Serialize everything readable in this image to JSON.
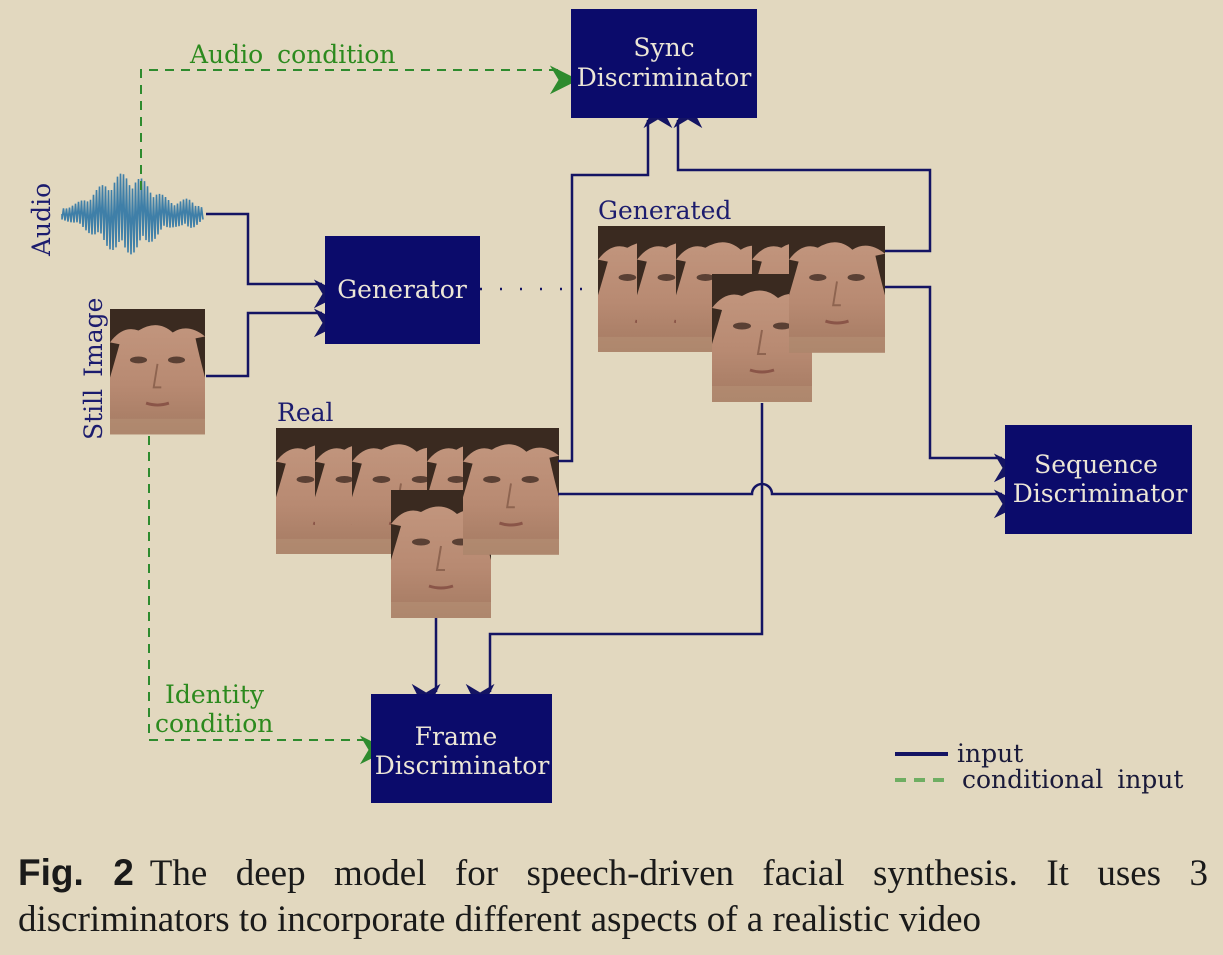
{
  "colors": {
    "background": "#e2d8bf",
    "box": "#0b0b6b",
    "box_text": "#ece6d6",
    "input_line": "#141463",
    "conditional_line": "#2e8b2e",
    "blue_label": "#1c1c6e",
    "green_label": "#2c8a1e",
    "waveform": "#3f7fa8"
  },
  "boxes": {
    "sync": [
      "Sync",
      "Discriminator"
    ],
    "generator": "Generator",
    "sequence": [
      "Sequence",
      "Discriminator"
    ],
    "frame": [
      "Frame",
      "Discriminator"
    ]
  },
  "labels": {
    "audio_condition": "Audio condition",
    "audio": "Audio",
    "still_image": "Still Image",
    "generated": "Generated",
    "real": "Real",
    "identity_condition": [
      "Identity",
      "condition"
    ]
  },
  "legend": {
    "input": "input",
    "conditional_input": "conditional input"
  },
  "caption": {
    "fig": "Fig. 2",
    "text": "The deep model for speech-driven facial synthesis. It uses 3 discriminators to incorporate different aspects of a realistic video"
  }
}
